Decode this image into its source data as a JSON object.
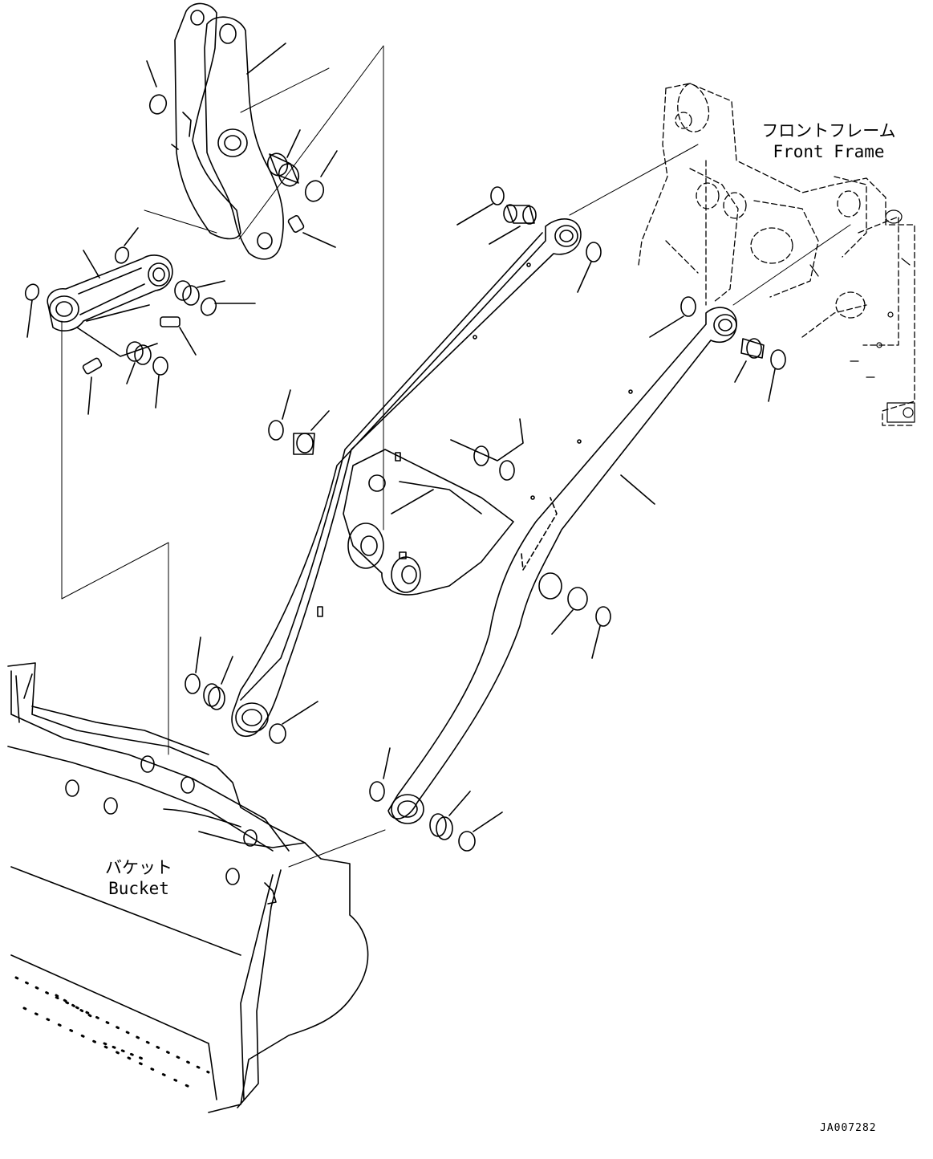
{
  "callouts": {
    "front_frame": {
      "jp": "フロントフレーム",
      "en": "Front Frame"
    },
    "bucket": {
      "jp": "バケット",
      "en": "Bucket"
    }
  },
  "drawing_id": "JA007282",
  "colors": {
    "ink": "#000000",
    "paper": "#ffffff"
  }
}
